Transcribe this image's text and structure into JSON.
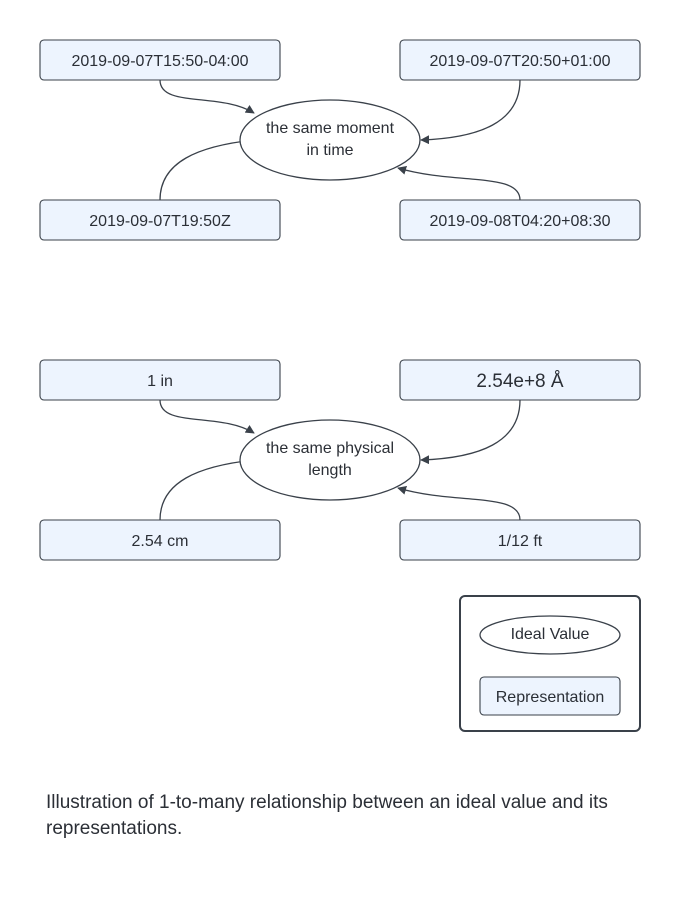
{
  "diagram_time": {
    "ideal": [
      "the same moment",
      "in time"
    ],
    "reps": [
      "2019-09-07T15:50-04:00",
      "2019-09-07T20:50+01:00",
      "2019-09-07T19:50Z",
      "2019-09-08T04:20+08:30"
    ]
  },
  "diagram_length": {
    "ideal": [
      "the same physical",
      "length"
    ],
    "reps": [
      "1 in",
      "2.54e+8 Å",
      "2.54 cm",
      "1/12 ft"
    ]
  },
  "legend": {
    "ideal_label": "Ideal Value",
    "representation_label": "Representation"
  },
  "caption": "Illustration of 1-to-many relationship between an ideal value and its representations.",
  "colors": {
    "box_fill": "#edf4fe",
    "stroke": "#3a414a",
    "text": "#2b2f36"
  }
}
